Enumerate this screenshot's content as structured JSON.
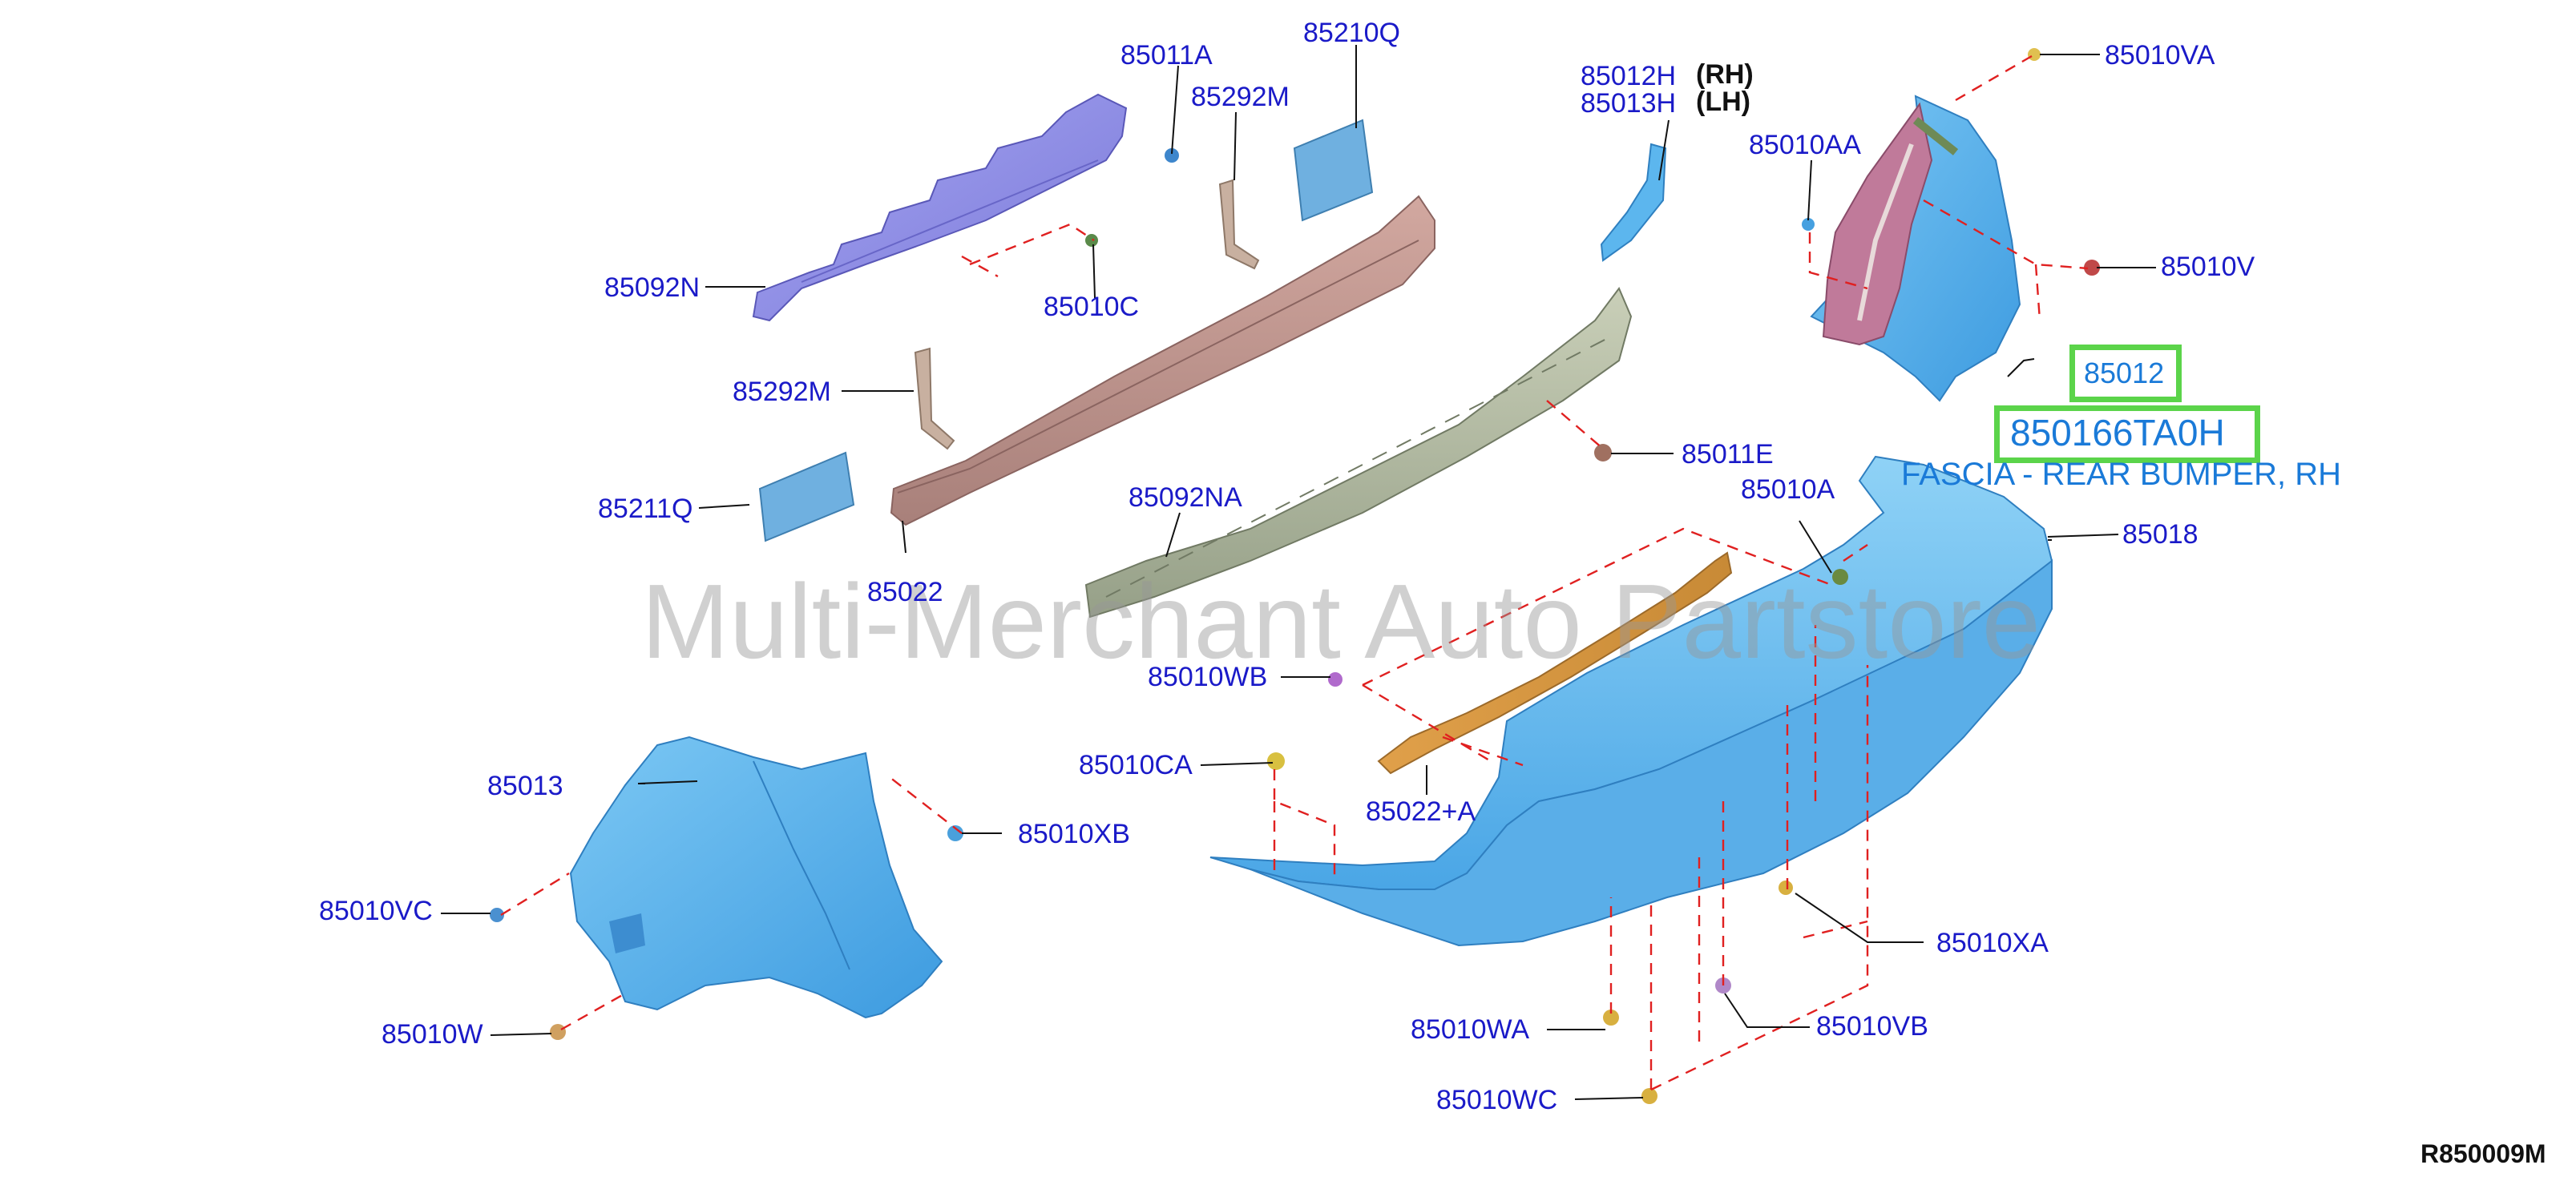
{
  "diagram": {
    "watermark": "Multi-Merchant Auto Partstore",
    "reference_code": "R850009M",
    "highlight": {
      "part_number": "85012",
      "oem_number": "850166TA0H",
      "description": "FASCIA - REAR BUMPER, RH"
    },
    "labels": {
      "p85011A": "85011A",
      "p85210Q": "85210Q",
      "p85292M_top": "85292M",
      "p85012H": "85012H",
      "rh": "(RH)",
      "p85013H": "85013H",
      "lh": "(LH)",
      "p85010VA": "85010VA",
      "p85010AA": "85010AA",
      "p85010V": "85010V",
      "p85092N": "85092N",
      "p85010C": "85010C",
      "p85292M_mid": "85292M",
      "p85211Q": "85211Q",
      "p85022": "85022",
      "p85092NA": "85092NA",
      "p85011E": "85011E",
      "p85010A": "85010A",
      "p85018": "85018",
      "p85010WB": "85010WB",
      "p85010CA": "85010CA",
      "p85022A": "85022+A",
      "p85013": "85013",
      "p85010XB": "85010XB",
      "p85010VC": "85010VC",
      "p85010W": "85010W",
      "p85010XA": "85010XA",
      "p85010WA": "85010WA",
      "p85010VB": "85010VB",
      "p85010WC": "85010WC"
    }
  }
}
